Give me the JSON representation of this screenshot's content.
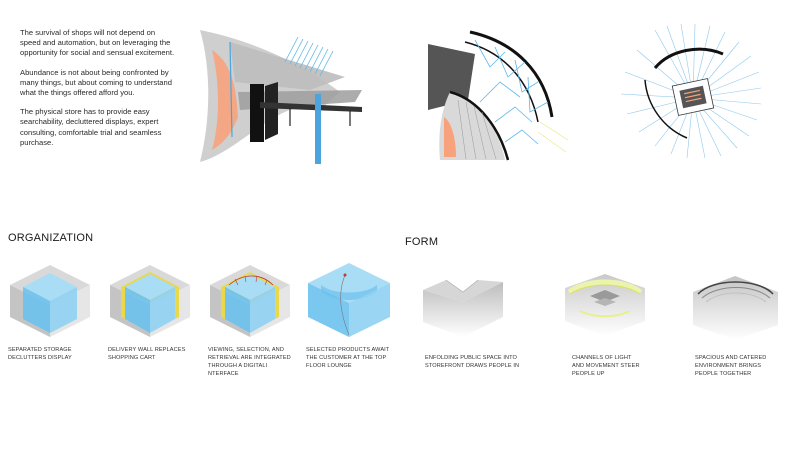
{
  "intro": {
    "paragraphs": [
      "The survival of shops will not depend on speed and automation, but on leveraging the opportunity for social and sensual excitement.",
      "Abundance is not about being confronted by many things, but about coming to understand what the things offered afford you.",
      "The physical store has to provide easy searchability, decluttered displays, expert consulting, comfortable trial and seamless purchase."
    ]
  },
  "organization": {
    "heading": "ORGANIZATION",
    "captions": [
      "SEPARATED STORAGE DECLUTTERS DISPLAY",
      "DELIVERY WALL REPLACES SHOPPING CART",
      "VIEWING, SELECTION, AND RETRIEVAL ARE INTEGRATED THROUGH A DIGITALI NTERFACE",
      "SELECTED PRODUCTS AWAIT THE CUSTOMER AT THE TOP FLOOR LOUNGE"
    ]
  },
  "form": {
    "heading": "FORM",
    "captions": [
      "ENFOLDING PUBLIC SPACE INTO STOREFRONT DRAWS PEOPLE IN",
      "CHANNELS OF LIGHT AND MOVEMENT STEER PEOPLE UP",
      "SPACIOUS AND CATERED ENVIRONMENT BRINGS PEOPLE TOGETHER"
    ]
  },
  "colors": {
    "blue": "#5bb8ea",
    "light_blue": "#a9dcf5",
    "orange": "#f7a27c",
    "yellow": "#e8d84a",
    "gray": "#d3d3d3",
    "dark": "#111111"
  }
}
